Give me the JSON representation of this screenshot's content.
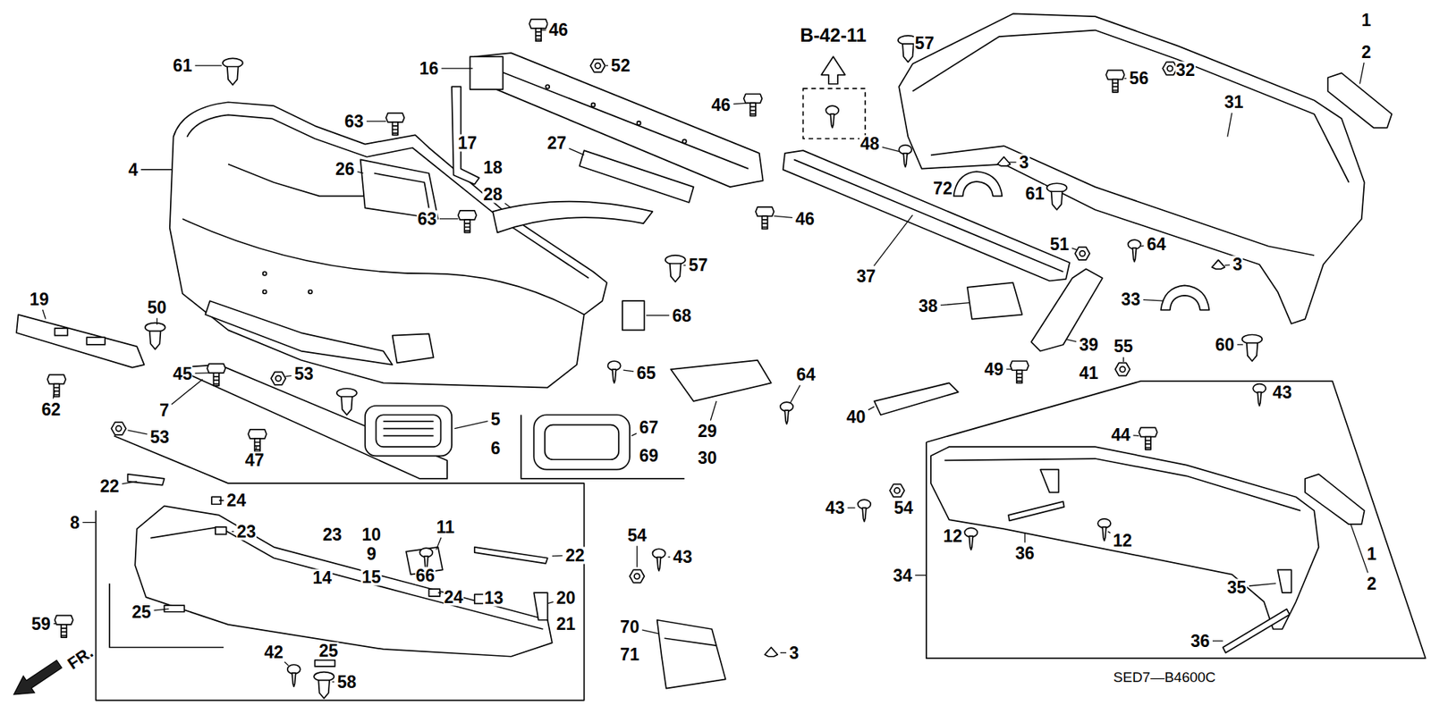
{
  "diagram": {
    "labels": [
      "46",
      "B-42-11",
      "57",
      "1",
      "2",
      "61",
      "16",
      "52",
      "56",
      "32",
      "31",
      "46",
      "63",
      "17",
      "27",
      "48",
      "4",
      "26",
      "18",
      "3",
      "72",
      "61",
      "28",
      "63",
      "46",
      "64",
      "51",
      "57",
      "3",
      "37",
      "19",
      "50",
      "33",
      "68",
      "38",
      "60",
      "45",
      "53",
      "65",
      "64",
      "49",
      "55",
      "39",
      "41",
      "43",
      "7",
      "62",
      "5",
      "6",
      "67",
      "69",
      "29",
      "30",
      "40",
      "44",
      "53",
      "47",
      "22",
      "24",
      "43",
      "54",
      "8",
      "23",
      "23",
      "10",
      "11",
      "12",
      "12",
      "54",
      "1",
      "36",
      "9",
      "22",
      "15",
      "66",
      "35",
      "43",
      "2",
      "34",
      "14",
      "24",
      "20",
      "21",
      "13",
      "25",
      "59",
      "70",
      "71",
      "3",
      "36",
      "42",
      "25",
      "58",
      "FR.",
      "SED7—B4600C"
    ]
  }
}
